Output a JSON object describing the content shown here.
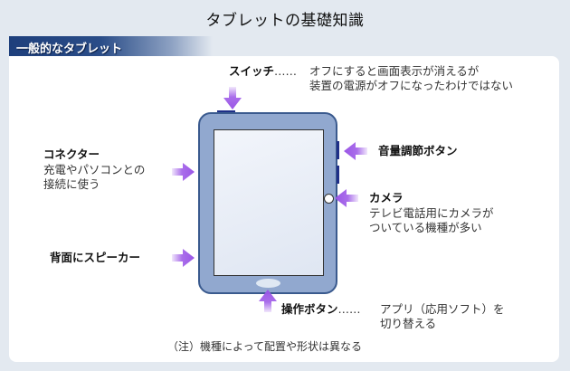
{
  "title": "タブレットの基礎知識",
  "section": "一般的なタブレット",
  "colors": {
    "background": "#e3e9f0",
    "section_bar": "#1e3f7c",
    "tablet_body": "#91a8cf",
    "tablet_border": "#3a5a8e",
    "keys": "#1f2f88",
    "arrow": "#a05ee8"
  },
  "labels": {
    "switch": {
      "name": "スイッチ",
      "dots": "……",
      "desc": [
        "オフにすると画面表示が消えるが",
        "装置の電源がオフになったわけではない"
      ]
    },
    "connector": {
      "name": "コネクター",
      "desc": [
        "充電やパソコンとの",
        "接続に使う"
      ]
    },
    "speaker": {
      "name": "背面にスピーカー"
    },
    "volume": {
      "name": "音量調節ボタン"
    },
    "camera": {
      "name": "カメラ",
      "desc": [
        "テレビ電話用にカメラが",
        "ついている機種が多い"
      ]
    },
    "home": {
      "name": "操作ボタン",
      "dots": "……",
      "desc": [
        "アプリ（応用ソフト）を",
        "切り替える"
      ]
    }
  },
  "note": "（注）機種によって配置や形状は異なる"
}
